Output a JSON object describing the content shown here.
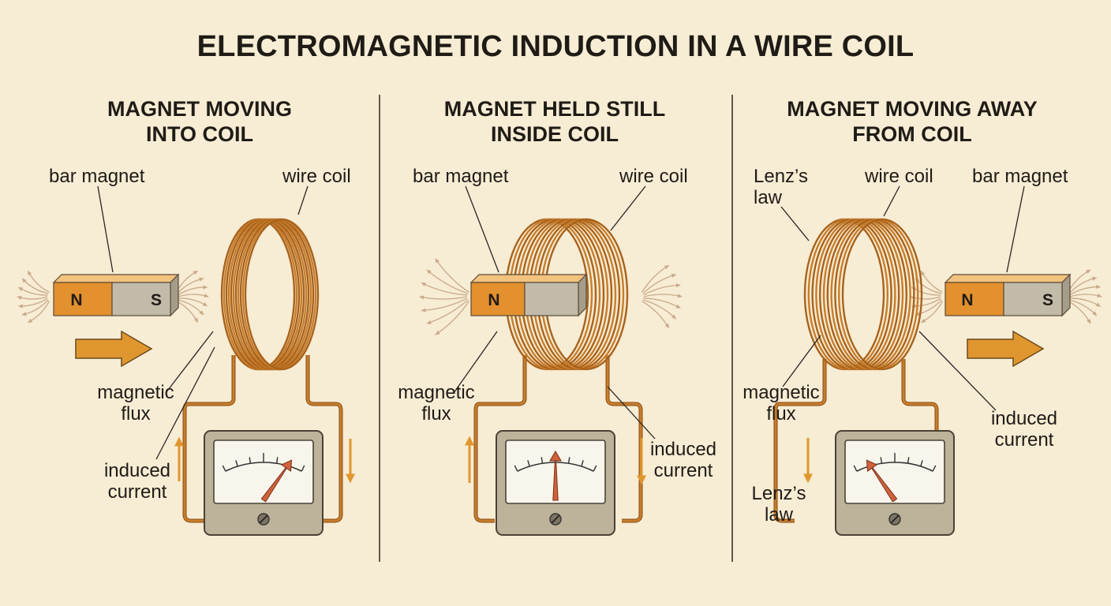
{
  "title": "ELECTROMAGNETIC INDUCTION IN A WIRE COIL",
  "colors": {
    "background": "#f7ecd4",
    "copper": "#c77d2a",
    "copper_dark": "#8a4d14",
    "magnet_north": "#e3902e",
    "magnet_south": "#c2bba9",
    "arrow": "#e0962e",
    "meter_case": "#bdb29a",
    "needle": "#d0613a",
    "field_line": "#c9a98a"
  },
  "panels": [
    {
      "title_line1": "MAGNET MOVING",
      "title_line2": "INTO COIL",
      "labels": {
        "bar_magnet": "bar magnet",
        "wire_coil": "wire coil",
        "magnetic_flux_1": "magnetic",
        "magnetic_flux_2": "flux",
        "induced_current_1": "induced",
        "induced_current_2": "current"
      },
      "north_label": "N",
      "south_label": "S",
      "needle_deflection": "right"
    },
    {
      "title_line1": "MAGNET HELD STILL",
      "title_line2": "INSIDE COIL",
      "labels": {
        "bar_magnet": "bar magnet",
        "wire_coil": "wire coil",
        "magnetic_flux_1": "magnetic",
        "magnetic_flux_2": "flux",
        "induced_current_1": "induced",
        "induced_current_2": "current"
      },
      "north_label": "N",
      "needle_deflection": "zero"
    },
    {
      "title_line1": "MAGNET MOVING AWAY",
      "title_line2": "FROM COIL",
      "labels": {
        "lenz_top_1": "Lenz’s",
        "lenz_top_2": "law",
        "wire_coil": "wire coil",
        "bar_magnet": "bar magnet",
        "magnetic_flux_1": "magnetic",
        "magnetic_flux_2": "flux",
        "induced_current_1": "induced",
        "induced_current_2": "current",
        "lenz_bottom_1": "Lenz’s",
        "lenz_bottom_2": "law"
      },
      "north_label": "N",
      "south_label": "S",
      "needle_deflection": "left"
    }
  ]
}
